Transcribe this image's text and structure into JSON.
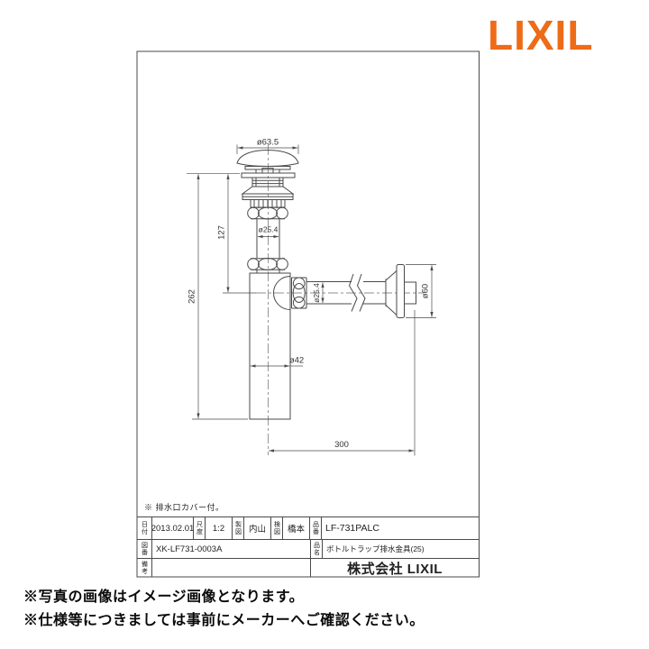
{
  "logo": {
    "text": "LIXIL",
    "color": "#ee6b17"
  },
  "drawing": {
    "note": "※ 排水口カバー付。",
    "dims": {
      "top_dia": "ø63.5",
      "head_height": "127",
      "pipe_dia_vertical": "ø25.4",
      "overall_height": "262",
      "pipe_dia_horizontal": "ø25.4",
      "flange_dia": "ø60",
      "body_dia": "ø42",
      "reach": "300"
    }
  },
  "title_block": {
    "date_label": "日付",
    "date": "2013.02.01",
    "scale_label": "尺度",
    "scale": "1:2",
    "drafted_label": "製図",
    "drafted_by": "内山",
    "checked_label": "検図",
    "checked_by": "橋本",
    "part_number_label": "品番",
    "part_number": "LF-731PALC",
    "drawing_number_label": "図番",
    "drawing_number": "XK-LF731-0003A",
    "product_name_label": "品名",
    "product_name": "ボトルトラップ排水金具(25)",
    "remarks_label": "備考",
    "remarks": "",
    "company": "株式会社 LIXIL"
  },
  "footer": {
    "line1": "※写真の画像はイメージ画像となります。",
    "line2": "※仕様等につきましては事前にメーカーへご確認ください。"
  }
}
